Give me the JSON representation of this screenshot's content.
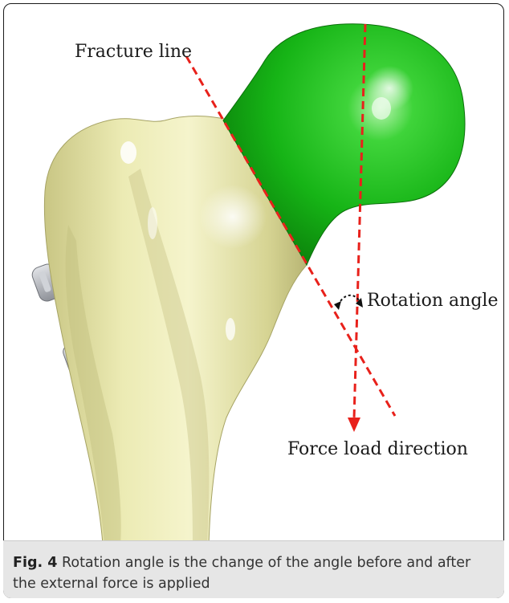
{
  "labels": {
    "fracture_line": "Fracture line",
    "rotation_angle": "Rotation angle",
    "force_load_direction": "Force load direction"
  },
  "caption": {
    "label": "Fig. 4",
    "text": "Rotation angle is the change of the angle before and after the external force is applied"
  },
  "colors": {
    "femoral_head": "#1fb81f",
    "femur_shaft": "#e4e2a0",
    "dashed_lines": "#e8211b",
    "screw_heads": "#b9bcc2"
  }
}
